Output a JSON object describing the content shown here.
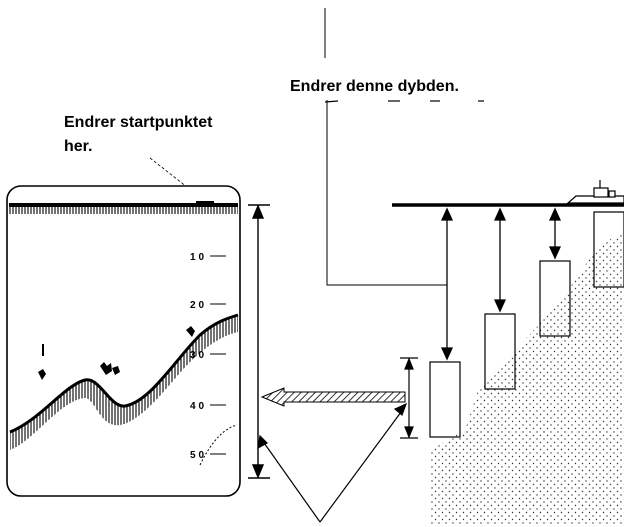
{
  "annotations": {
    "depth_label": "Endrer denne dybden.",
    "start_label_line1": "Endrer startpunktet",
    "start_label_line2": "her."
  },
  "display": {
    "depth_ticks": [
      "10",
      "20",
      "30",
      "40",
      "50"
    ]
  }
}
